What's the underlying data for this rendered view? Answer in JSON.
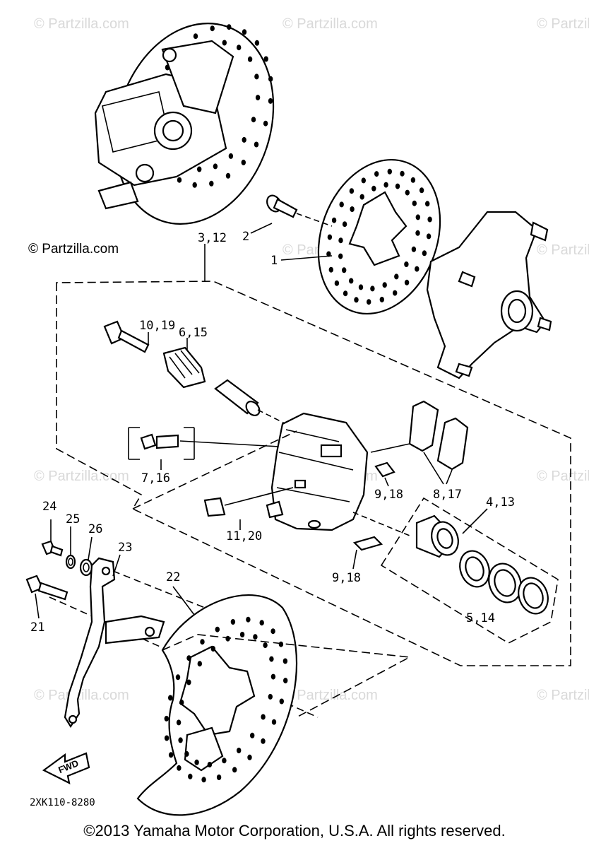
{
  "watermark": "© Partzilla.com",
  "diagram_code": "2XK110-8280",
  "fwd_label": "FWD",
  "copyright": "©2013 Yamaha Motor Corporation, U.S.A. All rights reserved.",
  "callouts": {
    "c1": "1",
    "c2": "2",
    "c3_12": "3,12",
    "c10_19": "10,19",
    "c6_15": "6,15",
    "c7_16": "7,16",
    "c9_18a": "9,18",
    "c8_17": "8,17",
    "c4_13": "4,13",
    "c11_20": "11,20",
    "c9_18b": "9,18",
    "c5_14": "5,14",
    "c24": "24",
    "c25": "25",
    "c26": "26",
    "c23": "23",
    "c22": "22",
    "c21": "21"
  }
}
